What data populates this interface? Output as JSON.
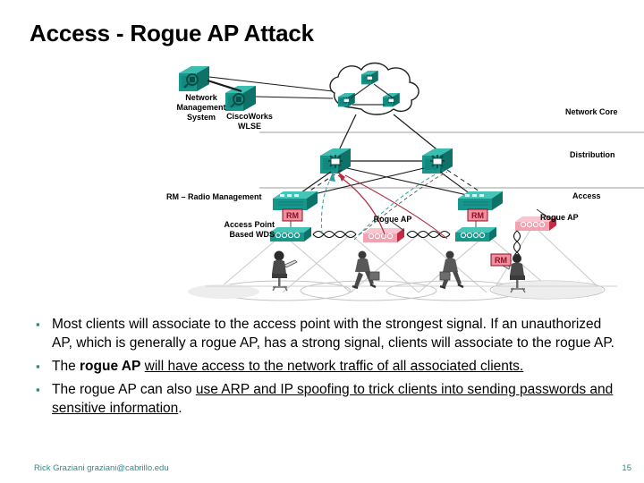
{
  "slide": {
    "title": "Access - Rogue AP Attack",
    "page_number": "15"
  },
  "diagram": {
    "labels": {
      "network_management_system": "Network\nManagement\nSystem",
      "ciscoworks_wlse": "CiscoWorks\nWLSE",
      "rm_legend": "RM – Radio Management",
      "access_point_based_wds": "Access Point\nBased WDS",
      "rogue_ap_center": "Rogue AP",
      "network_core": "Network Core",
      "distribution": "Distribution",
      "access": "Access",
      "rogue_ap_right": "Rogue AP"
    },
    "badges": {
      "rm_left": "RM",
      "rm_center": "RM",
      "rm_right": "RM"
    },
    "colors": {
      "device_teal": "#1f9e94",
      "device_teal_dark": "#0d6b64",
      "rogue_pink": "#f08fa0",
      "rogue_pink_dark": "#c32b45",
      "badge_pink": "#ef8fa0",
      "badge_text": "#8c1020",
      "link_black": "#1a1a1a",
      "link_red": "#b03040",
      "link_teal_dash": "#2e9e9e",
      "coverage_gray": "#bdbdbd",
      "divider_gray": "#b8b8b8",
      "person_gray": "#6e6e6e"
    }
  },
  "bullets": [
    {
      "mark": "▪",
      "segments": [
        {
          "text": "Most clients will associate to the access point with the strongest signal. If an unauthorized AP, which is generally a rogue AP, has a strong signal, clients will associate to the rogue AP.",
          "bold": false,
          "underline": false
        }
      ]
    },
    {
      "mark": "▪",
      "segments": [
        {
          "text": "The ",
          "bold": false,
          "underline": false
        },
        {
          "text": "rogue AP",
          "bold": true,
          "underline": false
        },
        {
          "text": " ",
          "bold": false,
          "underline": false
        },
        {
          "text": "will have access to the network traffic of all associated clients.",
          "bold": false,
          "underline": true
        }
      ]
    },
    {
      "mark": "▪",
      "segments": [
        {
          "text": "The rogue AP can also ",
          "bold": false,
          "underline": false
        },
        {
          "text": "use ARP and IP spoofing to trick clients into sending passwords and sensitive information",
          "bold": false,
          "underline": true
        },
        {
          "text": ".",
          "bold": false,
          "underline": false
        }
      ]
    }
  ],
  "footer": {
    "author": "Rick Graziani  graziani@cabrillo.edu",
    "page": "15"
  }
}
